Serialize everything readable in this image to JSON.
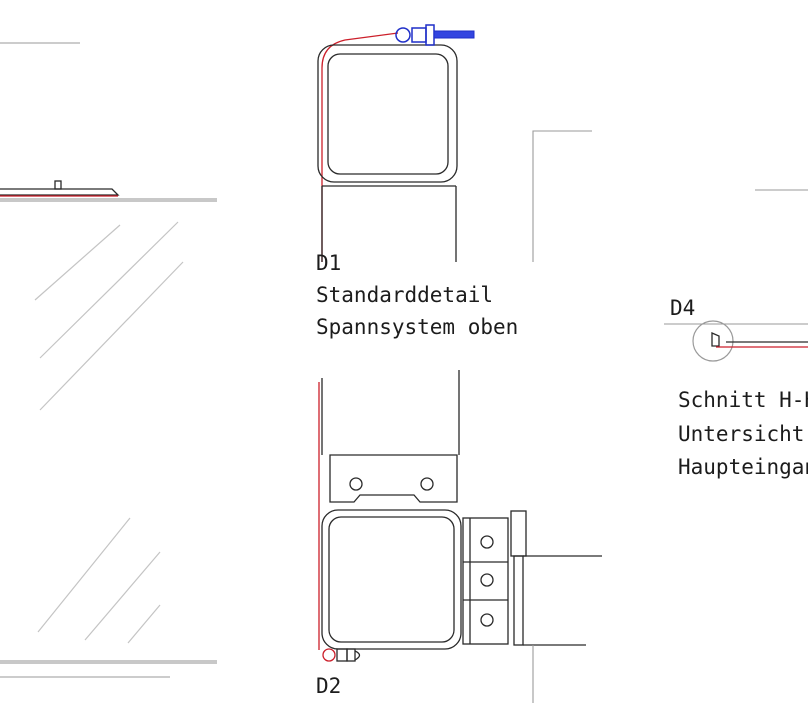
{
  "colors": {
    "line": "#2a2a2a",
    "membrane": "#cc1f2a",
    "fastener": "#1f2fc8",
    "slab": "#c8c8c8"
  },
  "labels": {
    "d1_code": "D1",
    "d1_line1": "Standarddetail",
    "d1_line2": "Spannsystem oben",
    "d2_code": "D2",
    "d4_code": "D4",
    "d4_line1": "Schnitt H-H",
    "d4_line2": "Untersicht",
    "d4_line3": "Haupteingang"
  }
}
